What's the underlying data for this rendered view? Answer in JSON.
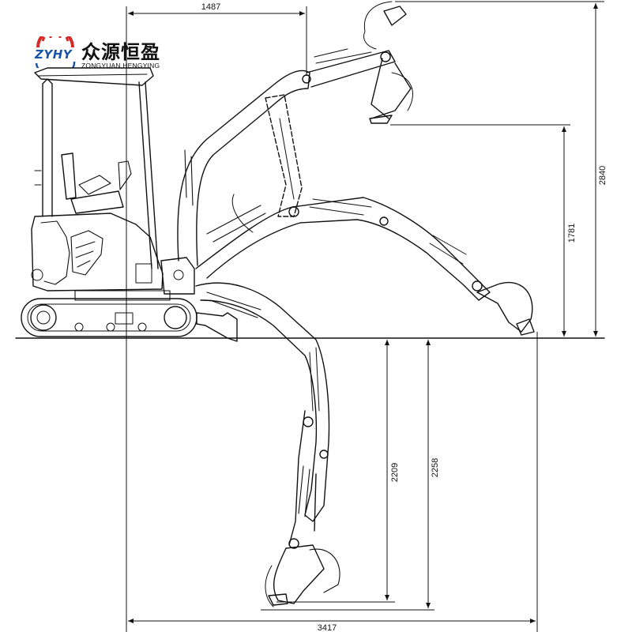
{
  "logo": {
    "abbreviation": "ZYHY",
    "name_cn": "众源恒盈",
    "name_en": "ZONGYUAN HENGYING",
    "colors": {
      "blue": "#1c54a8",
      "red": "#d52b2b"
    }
  },
  "dimensions": {
    "top_width": "1487",
    "max_height": "2840",
    "dump_height": "1781",
    "dig_depth": "2209",
    "max_dig_depth": "2258",
    "bottom_reach": "3417"
  },
  "line_color": "#111111"
}
